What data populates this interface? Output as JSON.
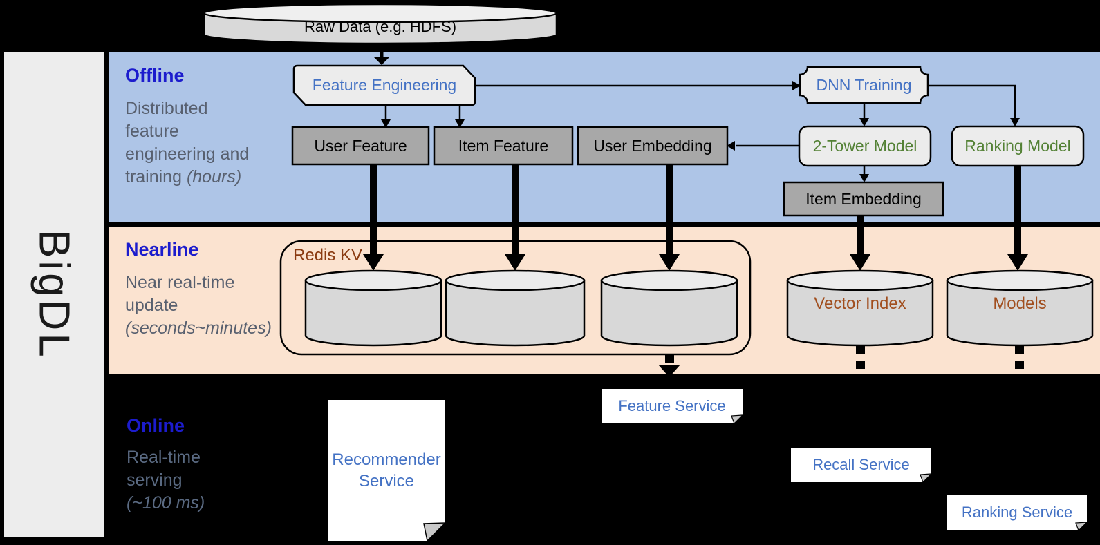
{
  "diagram": {
    "brand": "BigDL",
    "raw_data_label": "Raw Data (e.g. HDFS)",
    "sections": {
      "offline": {
        "title": "Offline",
        "desc": [
          "Distributed",
          "feature",
          "engineering and"
        ],
        "desc_tail": "training ",
        "desc_tail_italic": "(hours)"
      },
      "nearline": {
        "title": "Nearline",
        "desc": [
          "Near real-time",
          "update"
        ],
        "desc_italic": "(seconds~minutes)"
      },
      "online": {
        "title": "Online",
        "desc": [
          "Real-time",
          "serving"
        ],
        "desc_italic": "(~100 ms)"
      }
    },
    "nodes": {
      "feature_engineering": "Feature Engineering",
      "dnn_training": "DNN Training",
      "user_feature": "User Feature",
      "item_feature": "Item Feature",
      "user_embedding": "User Embedding",
      "two_tower_model": "2-Tower Model",
      "ranking_model": "Ranking Model",
      "item_embedding": "Item Embedding",
      "redis_kv": "Redis KV",
      "vector_index": "Vector Index",
      "models": "Models",
      "recommender_service": "Recommender Service",
      "feature_service": "Feature Service",
      "recall_service": "Recall Service",
      "ranking_service": "Ranking Service"
    },
    "colors": {
      "offline_band": "#aec5e7",
      "nearline_band": "#fbe3d0",
      "background": "#000000",
      "sidebar": "#ededed",
      "section_title_blue": "#1c1ccd",
      "service_text_blue": "#4472c4",
      "model_text_green": "#538135",
      "store_text_brown": "#a14e1e",
      "redis_text_brown": "#8a3a10",
      "desc_text_gray": "#58606f",
      "gray_box_fill": "#a8a8a8",
      "light_shape_fill": "#ececec",
      "cylinder_fill": "#d8d8d8"
    }
  }
}
